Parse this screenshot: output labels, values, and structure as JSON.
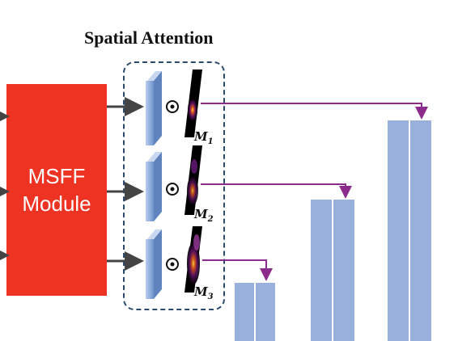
{
  "title": "Spatial Attention",
  "module": {
    "line1": "MSFF",
    "line2": "Module"
  },
  "attention_maps": [
    {
      "label": "M",
      "sub": "1"
    },
    {
      "label": "M",
      "sub": "2"
    },
    {
      "label": "M",
      "sub": "3"
    }
  ],
  "operator_symbol": "⊙",
  "colors": {
    "module": "#ee3322",
    "feature": "#8fb0dd",
    "arrow": "#444444",
    "connector": "#8b2b8b",
    "bars": "#9ab0dc",
    "dashed_box": "#2c4a6e"
  }
}
